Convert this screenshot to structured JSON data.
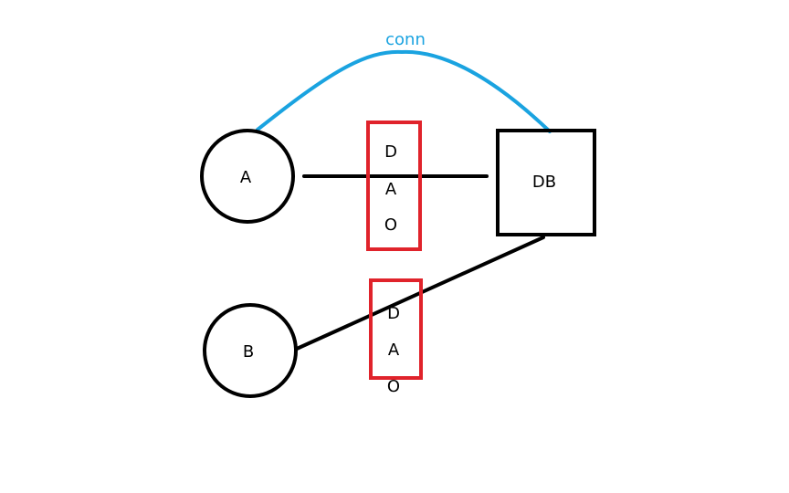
{
  "diagram": {
    "nodes": {
      "a": {
        "label": "A"
      },
      "b": {
        "label": "B"
      },
      "db": {
        "label": "DB"
      }
    },
    "connection": {
      "label": "conn"
    },
    "dao_top": {
      "letters": [
        "D",
        "A",
        "O"
      ]
    },
    "dao_bottom": {
      "letters": [
        "D",
        "A",
        "O"
      ]
    }
  },
  "colors": {
    "stroke": "#000000",
    "dao_box": "#e0232b",
    "connection": "#1aa3e0"
  }
}
